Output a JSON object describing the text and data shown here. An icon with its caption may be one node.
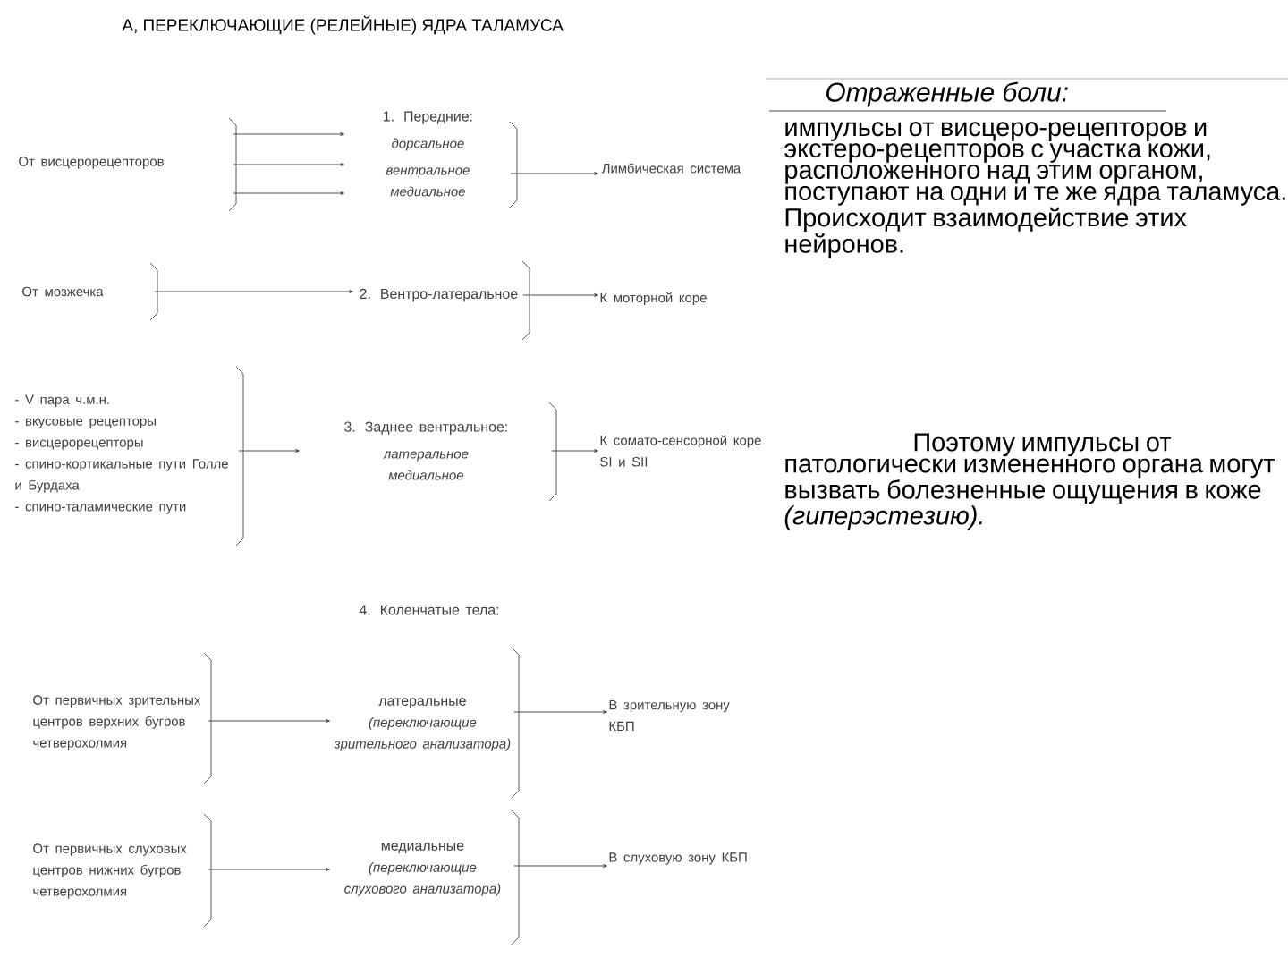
{
  "diagram": {
    "title": "А, ПЕРЕКЛЮЧАЮЩИЕ (РЕЛЕЙНЫЕ) ЯДРА ТАЛАМУСА",
    "nodes": [
      {
        "text": [
          "От висцерорецепторов"
        ]
      },
      {
        "text": [
          "1. Передние:",
          "дорсальное",
          "вентральное",
          "медиальное"
        ]
      },
      {
        "text": [
          "Лимбическая система"
        ]
      },
      {
        "text": [
          "От мозжечка"
        ]
      },
      {
        "text": [
          "2. Вентро-латеральное"
        ]
      },
      {
        "text": [
          "К моторной коре"
        ]
      },
      {
        "text": [
          "- V пара ч.м.н.",
          "- вкусовые рецепторы",
          "- висцерорецепторы",
          "- спино-кортикальные пути Голле и Бурдаха",
          "- спино-таламические пути"
        ]
      },
      {
        "text": [
          "3. Заднее вентральное:",
          "латеральное",
          "медиальное"
        ]
      },
      {
        "text": [
          "К сомато-сенсорной коре SI и SII"
        ]
      },
      {
        "text": [
          "От первичных зрительных центров верхних бугров четверохолмия"
        ]
      },
      {
        "text": [
          "латеральные",
          "(переключающие зрительного анализатора)"
        ]
      },
      {
        "text": [
          "В зрительную зону КБП"
        ]
      },
      {
        "text": [
          "От первичных слуховых центров нижних бугров четверохолмия"
        ]
      },
      {
        "text": [
          "медиальные",
          "(переключающие слухового анализатора)"
        ]
      },
      {
        "text": [
          "В слуховую зону КБП"
        ]
      }
    ],
    "edges": [
      {
        "from": 0,
        "to": 1,
        "arrow": "to"
      },
      {
        "from": 0,
        "to": 1,
        "arrow": "to"
      },
      {
        "from": 0,
        "to": 1,
        "arrow": "to"
      },
      {
        "from": 1,
        "to": 2,
        "arrow": "to"
      },
      {
        "from": 3,
        "to": 4,
        "arrow": "to"
      },
      {
        "from": 4,
        "to": 5,
        "arrow": "to"
      },
      {
        "from": 6,
        "to": 7,
        "arrow": "to"
      },
      {
        "from": 7,
        "to": 8,
        "arrow": "to"
      },
      {
        "from": 9,
        "to": 10,
        "arrow": "to"
      },
      {
        "from": 10,
        "to": 11,
        "arrow": "to"
      },
      {
        "from": 12,
        "to": 13,
        "arrow": "to"
      },
      {
        "from": 13,
        "to": 14,
        "arrow": "to"
      }
    ],
    "labels": [
      "4. Коленчатые тела:",
      "Отраженные боли:",
      "импульсы от висцеро-рецепторов и экстеро-рецепторов с участка кожи, расположенного над этим органом, поступают на одни и те же ядра таламуса. Происходит взаимодействие этих нейронов.",
      "Поэтому импульсы от патологически измененного органа могут вызвать болезненные ощущения в коже *(гиперэстезию).*"
    ]
  }
}
